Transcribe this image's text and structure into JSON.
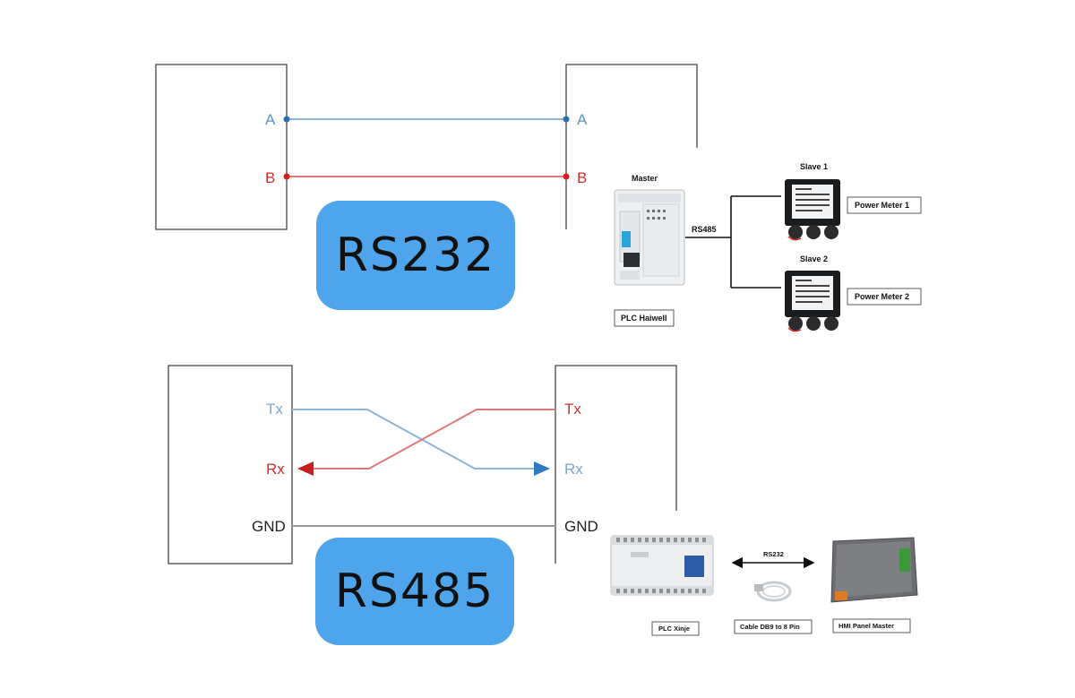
{
  "rs232_panel": {
    "left_labels": [
      "A",
      "B"
    ],
    "right_labels": [
      "A",
      "B"
    ],
    "badge": "RS232"
  },
  "rs485_panel": {
    "left_labels": [
      "Tx",
      "Rx",
      "GND"
    ],
    "right_labels": [
      "Tx",
      "Rx",
      "GND"
    ],
    "badge": "RS485"
  },
  "network_inset": {
    "master_title": "Master",
    "plc_label": "PLC Haiwell",
    "bus_label": "RS485",
    "slaves": [
      {
        "title": "Slave 1",
        "device": "Power Meter 1"
      },
      {
        "title": "Slave 2",
        "device": "Power Meter 2"
      }
    ]
  },
  "hmi_inset": {
    "link_label": "RS232",
    "plc_label": "PLC Xinje",
    "cable_label": "Cable DB9 to 8 Pin",
    "hmi_label": "HMI Panel Master"
  },
  "colors": {
    "blue_line": "#8ab6dc",
    "red_line": "#e47878",
    "signal_blue": "#5f93c7",
    "signal_red": "#d42e2e",
    "badge": "#4ea5ec"
  }
}
